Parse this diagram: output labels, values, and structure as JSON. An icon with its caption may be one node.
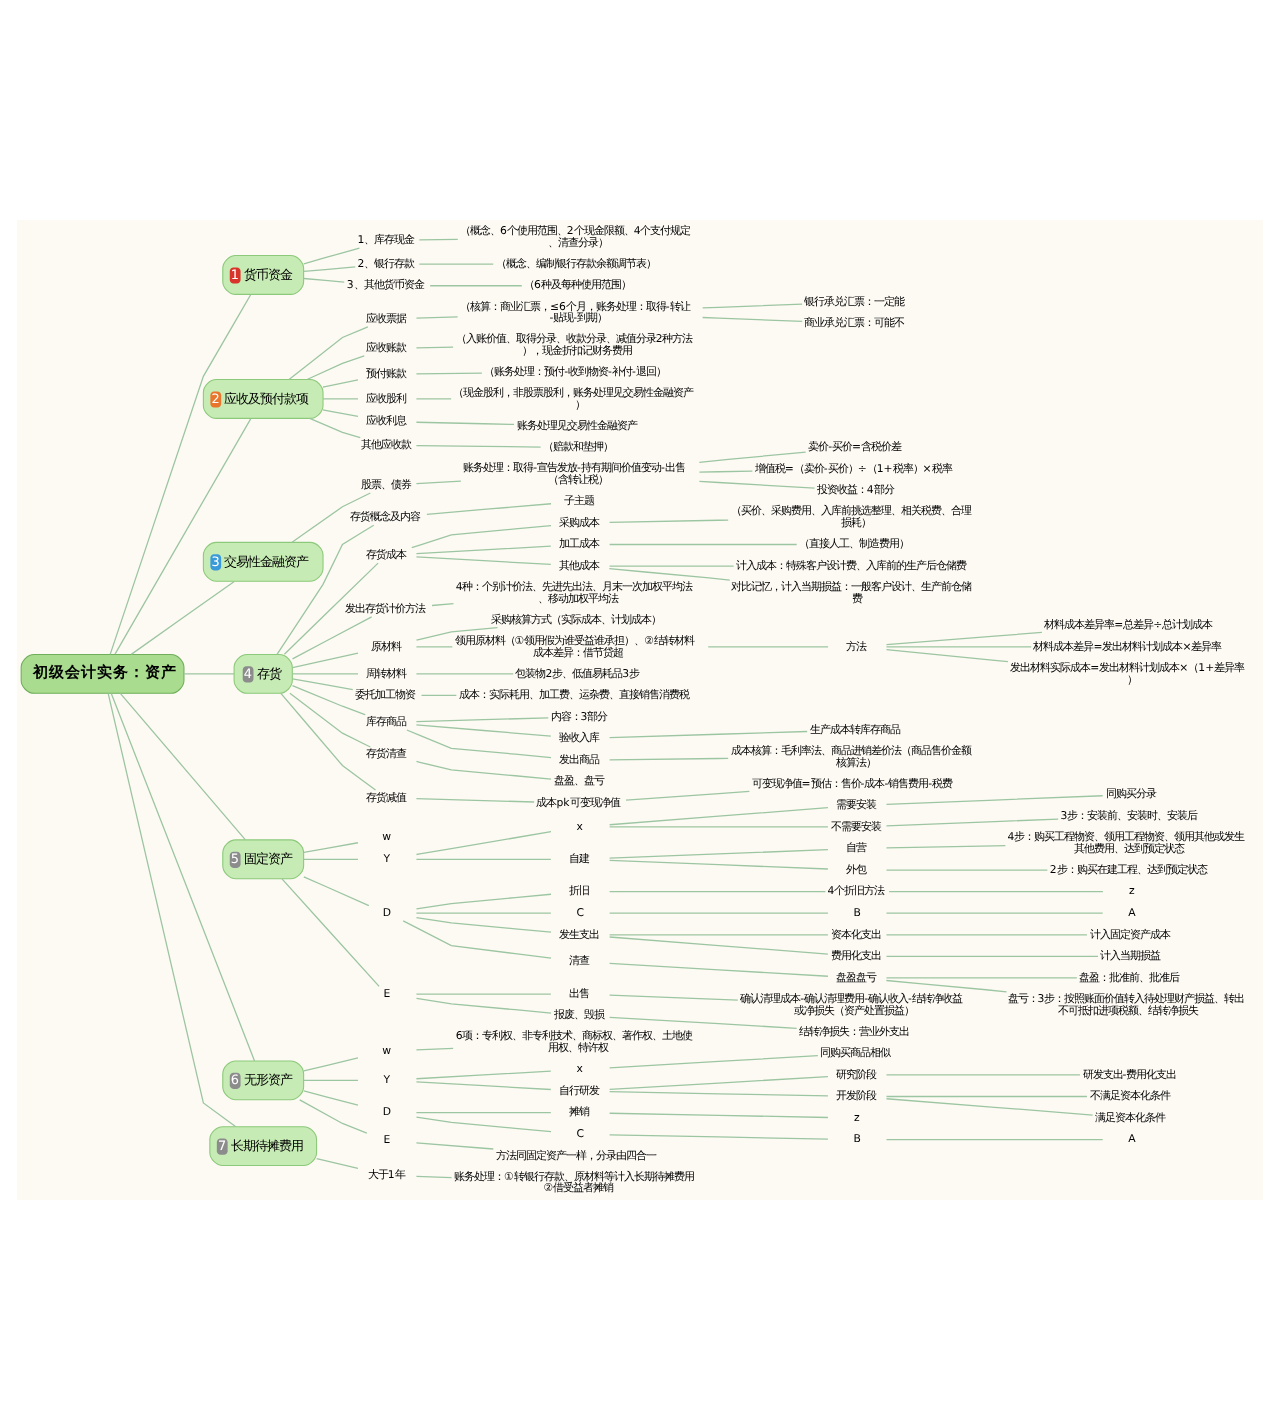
{
  "diagram": {
    "nodes": [
      {
        "text": [
          "初级会计实务：资产"
        ]
      },
      {
        "text": [
          "1",
          "货币资金"
        ]
      },
      {
        "text": [
          "1、库存现金"
        ]
      },
      {
        "text": [
          "（概念、6个使用范围、2个现金限额、4个支付规定、清查分录）"
        ]
      },
      {
        "text": [
          "2、银行存款"
        ]
      },
      {
        "text": [
          "（概念、编制银行存款余额调节表）"
        ]
      },
      {
        "text": [
          "3、其他货币资金"
        ]
      },
      {
        "text": [
          "（6种及每种使用范围）"
        ]
      },
      {
        "text": [
          "2",
          "应收及预付款项"
        ]
      },
      {
        "text": [
          "应收票据"
        ]
      },
      {
        "text": [
          "（核算：商业汇票，≤6个月，账务处理：取得-转让-贴现-到期）"
        ]
      },
      {
        "text": [
          "银行承兑汇票：一定能"
        ]
      },
      {
        "text": [
          "商业承兑汇票：可能不"
        ]
      },
      {
        "text": [
          "应收账款"
        ]
      },
      {
        "text": [
          "（入账价值、取得分录、收款分录、减值分录2种方法），现金折扣记财务费用"
        ]
      },
      {
        "text": [
          "预付账款"
        ]
      },
      {
        "text": [
          "（账务处理：预付-收到物资-补付-退回）"
        ]
      },
      {
        "text": [
          "应收股利"
        ]
      },
      {
        "text": [
          "（现金股利，非股票股利，账务处理见交易性金融资产）"
        ]
      },
      {
        "text": [
          "应收利息"
        ]
      },
      {
        "text": [
          "账务处理见交易性金融资产"
        ]
      },
      {
        "text": [
          "其他应收款"
        ]
      },
      {
        "text": [
          "（赔款和垫押）"
        ]
      },
      {
        "text": [
          "3",
          "交易性金融资产"
        ]
      },
      {
        "text": [
          "股票、债券"
        ]
      },
      {
        "text": [
          "账务处理：取得-宣告发放-持有期间价值变动-出售（含转让税）"
        ]
      },
      {
        "text": [
          "卖价-买价=含税价差"
        ]
      },
      {
        "text": [
          "增值税=（卖价-买价）÷（1+税率）×税率"
        ]
      },
      {
        "text": [
          "投资收益：4部分"
        ]
      },
      {
        "text": [
          "4",
          "存货"
        ]
      },
      {
        "text": [
          "存货概念及内容"
        ]
      },
      {
        "text": [
          "子主题"
        ]
      },
      {
        "text": [
          "存货成本"
        ]
      },
      {
        "text": [
          "采购成本"
        ]
      },
      {
        "text": [
          "（买价、采购费用、入库前挑选整理、相关税费、合理损耗）"
        ]
      },
      {
        "text": [
          "加工成本"
        ]
      },
      {
        "text": [
          "（直接人工、制造费用）"
        ]
      },
      {
        "text": [
          "其他成本"
        ]
      },
      {
        "text": [
          "计入成本：特殊客户设计费、入库前的生产后仓储费"
        ]
      },
      {
        "text": [
          "对比记忆，计入当期损益：一般客户设计、生产前仓储费"
        ]
      },
      {
        "text": [
          "发出存货计价方法"
        ]
      },
      {
        "text": [
          "4种：个别计价法、先进先出法、月末一次加权平均法、移动加权平均法"
        ]
      },
      {
        "text": [
          "原材料"
        ]
      },
      {
        "text": [
          "采购核算方式（实际成本、计划成本）"
        ]
      },
      {
        "text": [
          "领用原材料（①领用假为谁受益谁承担）、②结转材料成本差异：借节贷超"
        ]
      },
      {
        "text": [
          "方法"
        ]
      },
      {
        "text": [
          "材料成本差异率=总差异÷总计划成本"
        ]
      },
      {
        "text": [
          "材料成本差异=发出材料计划成本×差异率"
        ]
      },
      {
        "text": [
          "发出材料实际成本=发出材料计划成本×（1+差异率）"
        ]
      },
      {
        "text": [
          "周转材料"
        ]
      },
      {
        "text": [
          "包装物2步、低值易耗品3步"
        ]
      },
      {
        "text": [
          "委托加工物资"
        ]
      },
      {
        "text": [
          "成本：实际耗用、加工费、运杂费、直接销售消费税"
        ]
      },
      {
        "text": [
          "库存商品"
        ]
      },
      {
        "text": [
          "内容：3部分"
        ]
      },
      {
        "text": [
          "验收入库"
        ]
      },
      {
        "text": [
          "生产成本转库存商品"
        ]
      },
      {
        "text": [
          "发出商品"
        ]
      },
      {
        "text": [
          "成本核算：毛利率法、商品进销差价法（商品售价金额核算法）"
        ]
      },
      {
        "text": [
          "存货清查"
        ]
      },
      {
        "text": [
          "盘盈、盘亏"
        ]
      },
      {
        "text": [
          "存货减值"
        ]
      },
      {
        "text": [
          "成本pk可变现净值"
        ]
      },
      {
        "text": [
          "可变现净值=预估：售价-成本-销售费用-税费"
        ]
      },
      {
        "text": [
          "5",
          "固定资产"
        ]
      },
      {
        "text": [
          "w"
        ]
      },
      {
        "text": [
          "Y"
        ]
      },
      {
        "text": [
          "x"
        ]
      },
      {
        "text": [
          "需要安装"
        ]
      },
      {
        "text": [
          "同购买分录"
        ]
      },
      {
        "text": [
          "不需要安装"
        ]
      },
      {
        "text": [
          "3步：安装前、安装时、安装后"
        ]
      },
      {
        "text": [
          "自建"
        ]
      },
      {
        "text": [
          "自营"
        ]
      },
      {
        "text": [
          "4步：购买工程物资、领用工程物资、领用其他或发生其他费用、达到预定状态"
        ]
      },
      {
        "text": [
          "外包"
        ]
      },
      {
        "text": [
          "2步：购买在建工程、达到预定状态"
        ]
      },
      {
        "text": [
          "D"
        ]
      },
      {
        "text": [
          "折旧"
        ]
      },
      {
        "text": [
          "4个折旧方法"
        ]
      },
      {
        "text": [
          "z"
        ]
      },
      {
        "text": [
          "C"
        ]
      },
      {
        "text": [
          "B"
        ]
      },
      {
        "text": [
          "A"
        ]
      },
      {
        "text": [
          "发生支出"
        ]
      },
      {
        "text": [
          "资本化支出"
        ]
      },
      {
        "text": [
          "计入固定资产成本"
        ]
      },
      {
        "text": [
          "费用化支出"
        ]
      },
      {
        "text": [
          "计入当期损益"
        ]
      },
      {
        "text": [
          "清查"
        ]
      },
      {
        "text": [
          "盘盈盘亏"
        ]
      },
      {
        "text": [
          "盘盈：批准前、批准后"
        ]
      },
      {
        "text": [
          "盘亏：3步：按照账面价值转入待处理财产损益、转出不可抵扣进项税额、结转净损失"
        ]
      },
      {
        "text": [
          "E"
        ]
      },
      {
        "text": [
          "出售"
        ]
      },
      {
        "text": [
          "确认清理成本-确认清理费用-确认收入-结转净收益或净损失（资产处置损益）"
        ]
      },
      {
        "text": [
          "报废、毁损"
        ]
      },
      {
        "text": [
          "结转净损失：营业外支出"
        ]
      },
      {
        "text": [
          "6",
          "无形资产"
        ]
      },
      {
        "text": [
          "w"
        ]
      },
      {
        "text": [
          "6项：专利权、非专利技术、商标权、著作权、土地使用权、特许权"
        ]
      },
      {
        "text": [
          "Y"
        ]
      },
      {
        "text": [
          "x"
        ]
      },
      {
        "text": [
          "同购买商品相似"
        ]
      },
      {
        "text": [
          "自行研发"
        ]
      },
      {
        "text": [
          "研究阶段"
        ]
      },
      {
        "text": [
          "研发支出-费用化支出"
        ]
      },
      {
        "text": [
          "开发阶段"
        ]
      },
      {
        "text": [
          "不满足资本化条件"
        ]
      },
      {
        "text": [
          "满足资本化条件"
        ]
      },
      {
        "text": [
          "D"
        ]
      },
      {
        "text": [
          "摊销"
        ]
      },
      {
        "text": [
          "z"
        ]
      },
      {
        "text": [
          "C"
        ]
      },
      {
        "text": [
          "B"
        ]
      },
      {
        "text": [
          "A"
        ]
      },
      {
        "text": [
          "E"
        ]
      },
      {
        "text": [
          "方法同固定资产一样，分录由四合一"
        ]
      },
      {
        "text": [
          "7",
          "长期待摊费用"
        ]
      },
      {
        "text": [
          "大于1年"
        ]
      },
      {
        "text": [
          "账务处理：①转银行存款、原材料等计入长期待摊费用②借受益者摊销"
        ]
      }
    ],
    "edges": [
      {
        "from": 0,
        "to": 1,
        "arrow": "none"
      },
      {
        "from": 1,
        "to": 2,
        "arrow": "none"
      },
      {
        "from": 2,
        "to": 3,
        "arrow": "none"
      },
      {
        "from": 1,
        "to": 4,
        "arrow": "none"
      },
      {
        "from": 4,
        "to": 5,
        "arrow": "none"
      },
      {
        "from": 1,
        "to": 6,
        "arrow": "none"
      },
      {
        "from": 6,
        "to": 7,
        "arrow": "none"
      },
      {
        "from": 0,
        "to": 8,
        "arrow": "none"
      },
      {
        "from": 8,
        "to": 9,
        "arrow": "none"
      },
      {
        "from": 9,
        "to": 10,
        "arrow": "none"
      },
      {
        "from": 10,
        "to": 11,
        "arrow": "none"
      },
      {
        "from": 10,
        "to": 12,
        "arrow": "none"
      },
      {
        "from": 8,
        "to": 13,
        "arrow": "none"
      },
      {
        "from": 13,
        "to": 14,
        "arrow": "none"
      },
      {
        "from": 8,
        "to": 15,
        "arrow": "none"
      },
      {
        "from": 15,
        "to": 16,
        "arrow": "none"
      },
      {
        "from": 8,
        "to": 17,
        "arrow": "none"
      },
      {
        "from": 17,
        "to": 18,
        "arrow": "none"
      },
      {
        "from": 8,
        "to": 19,
        "arrow": "none"
      },
      {
        "from": 19,
        "to": 20,
        "arrow": "none"
      },
      {
        "from": 8,
        "to": 21,
        "arrow": "none"
      },
      {
        "from": 21,
        "to": 22,
        "arrow": "none"
      },
      {
        "from": 0,
        "to": 23,
        "arrow": "none"
      },
      {
        "from": 23,
        "to": 24,
        "arrow": "none"
      },
      {
        "from": 24,
        "to": 25,
        "arrow": "none"
      },
      {
        "from": 25,
        "to": 26,
        "arrow": "none"
      },
      {
        "from": 25,
        "to": 27,
        "arrow": "none"
      },
      {
        "from": 25,
        "to": 28,
        "arrow": "none"
      },
      {
        "from": 0,
        "to": 29,
        "arrow": "none"
      },
      {
        "from": 29,
        "to": 30,
        "arrow": "none"
      },
      {
        "from": 30,
        "to": 31,
        "arrow": "none"
      },
      {
        "from": 29,
        "to": 32,
        "arrow": "none"
      },
      {
        "from": 32,
        "to": 33,
        "arrow": "none"
      },
      {
        "from": 33,
        "to": 34,
        "arrow": "none"
      },
      {
        "from": 32,
        "to": 35,
        "arrow": "none"
      },
      {
        "from": 35,
        "to": 36,
        "arrow": "none"
      },
      {
        "from": 32,
        "to": 37,
        "arrow": "none"
      },
      {
        "from": 37,
        "to": 38,
        "arrow": "none"
      },
      {
        "from": 37,
        "to": 39,
        "arrow": "none"
      },
      {
        "from": 29,
        "to": 40,
        "arrow": "none"
      },
      {
        "from": 40,
        "to": 41,
        "arrow": "none"
      },
      {
        "from": 29,
        "to": 42,
        "arrow": "none"
      },
      {
        "from": 42,
        "to": 43,
        "arrow": "none"
      },
      {
        "from": 42,
        "to": 44,
        "arrow": "none"
      },
      {
        "from": 44,
        "to": 45,
        "arrow": "none"
      },
      {
        "from": 45,
        "to": 46,
        "arrow": "none"
      },
      {
        "from": 45,
        "to": 47,
        "arrow": "none"
      },
      {
        "from": 45,
        "to": 48,
        "arrow": "none"
      },
      {
        "from": 29,
        "to": 49,
        "arrow": "none"
      },
      {
        "from": 49,
        "to": 50,
        "arrow": "none"
      },
      {
        "from": 29,
        "to": 51,
        "arrow": "none"
      },
      {
        "from": 51,
        "to": 52,
        "arrow": "none"
      },
      {
        "from": 29,
        "to": 53,
        "arrow": "none"
      },
      {
        "from": 53,
        "to": 54,
        "arrow": "none"
      },
      {
        "from": 53,
        "to": 55,
        "arrow": "none"
      },
      {
        "from": 55,
        "to": 56,
        "arrow": "none"
      },
      {
        "from": 53,
        "to": 57,
        "arrow": "none"
      },
      {
        "from": 57,
        "to": 58,
        "arrow": "none"
      },
      {
        "from": 29,
        "to": 59,
        "arrow": "none"
      },
      {
        "from": 59,
        "to": 60,
        "arrow": "none"
      },
      {
        "from": 29,
        "to": 61,
        "arrow": "none"
      },
      {
        "from": 61,
        "to": 62,
        "arrow": "none"
      },
      {
        "from": 62,
        "to": 63,
        "arrow": "none"
      },
      {
        "from": 0,
        "to": 64,
        "arrow": "none"
      },
      {
        "from": 64,
        "to": 65,
        "arrow": "none"
      },
      {
        "from": 64,
        "to": 66,
        "arrow": "none"
      },
      {
        "from": 66,
        "to": 67,
        "arrow": "none"
      },
      {
        "from": 67,
        "to": 68,
        "arrow": "none"
      },
      {
        "from": 68,
        "to": 69,
        "arrow": "none"
      },
      {
        "from": 67,
        "to": 70,
        "arrow": "none"
      },
      {
        "from": 70,
        "to": 71,
        "arrow": "none"
      },
      {
        "from": 66,
        "to": 72,
        "arrow": "none"
      },
      {
        "from": 72,
        "to": 73,
        "arrow": "none"
      },
      {
        "from": 73,
        "to": 74,
        "arrow": "none"
      },
      {
        "from": 72,
        "to": 75,
        "arrow": "none"
      },
      {
        "from": 75,
        "to": 76,
        "arrow": "none"
      },
      {
        "from": 64,
        "to": 77,
        "arrow": "none"
      },
      {
        "from": 77,
        "to": 78,
        "arrow": "none"
      },
      {
        "from": 78,
        "to": 79,
        "arrow": "none"
      },
      {
        "from": 79,
        "to": 80,
        "arrow": "none"
      },
      {
        "from": 77,
        "to": 81,
        "arrow": "none"
      },
      {
        "from": 81,
        "to": 82,
        "arrow": "none"
      },
      {
        "from": 82,
        "to": 83,
        "arrow": "none"
      },
      {
        "from": 77,
        "to": 84,
        "arrow": "none"
      },
      {
        "from": 84,
        "to": 85,
        "arrow": "none"
      },
      {
        "from": 85,
        "to": 86,
        "arrow": "none"
      },
      {
        "from": 84,
        "to": 87,
        "arrow": "none"
      },
      {
        "from": 87,
        "to": 88,
        "arrow": "none"
      },
      {
        "from": 77,
        "to": 89,
        "arrow": "none"
      },
      {
        "from": 89,
        "to": 90,
        "arrow": "none"
      },
      {
        "from": 90,
        "to": 91,
        "arrow": "none"
      },
      {
        "from": 90,
        "to": 92,
        "arrow": "none"
      },
      {
        "from": 64,
        "to": 93,
        "arrow": "none"
      },
      {
        "from": 93,
        "to": 94,
        "arrow": "none"
      },
      {
        "from": 94,
        "to": 95,
        "arrow": "none"
      },
      {
        "from": 93,
        "to": 96,
        "arrow": "none"
      },
      {
        "from": 96,
        "to": 97,
        "arrow": "none"
      },
      {
        "from": 0,
        "to": 98,
        "arrow": "none"
      },
      {
        "from": 98,
        "to": 99,
        "arrow": "none"
      },
      {
        "from": 99,
        "to": 100,
        "arrow": "none"
      },
      {
        "from": 98,
        "to": 101,
        "arrow": "none"
      },
      {
        "from": 101,
        "to": 102,
        "arrow": "none"
      },
      {
        "from": 102,
        "to": 103,
        "arrow": "none"
      },
      {
        "from": 101,
        "to": 104,
        "arrow": "none"
      },
      {
        "from": 104,
        "to": 105,
        "arrow": "none"
      },
      {
        "from": 105,
        "to": 106,
        "arrow": "none"
      },
      {
        "from": 104,
        "to": 107,
        "arrow": "none"
      },
      {
        "from": 107,
        "to": 108,
        "arrow": "none"
      },
      {
        "from": 107,
        "to": 109,
        "arrow": "none"
      },
      {
        "from": 98,
        "to": 110,
        "arrow": "none"
      },
      {
        "from": 110,
        "to": 111,
        "arrow": "none"
      },
      {
        "from": 111,
        "to": 112,
        "arrow": "none"
      },
      {
        "from": 110,
        "to": 113,
        "arrow": "none"
      },
      {
        "from": 113,
        "to": 114,
        "arrow": "none"
      },
      {
        "from": 114,
        "to": 115,
        "arrow": "none"
      },
      {
        "from": 98,
        "to": 116,
        "arrow": "none"
      },
      {
        "from": 116,
        "to": 117,
        "arrow": "none"
      },
      {
        "from": 0,
        "to": 118,
        "arrow": "none"
      },
      {
        "from": 118,
        "to": 119,
        "arrow": "none"
      },
      {
        "from": 119,
        "to": 120,
        "arrow": "none"
      }
    ]
  }
}
